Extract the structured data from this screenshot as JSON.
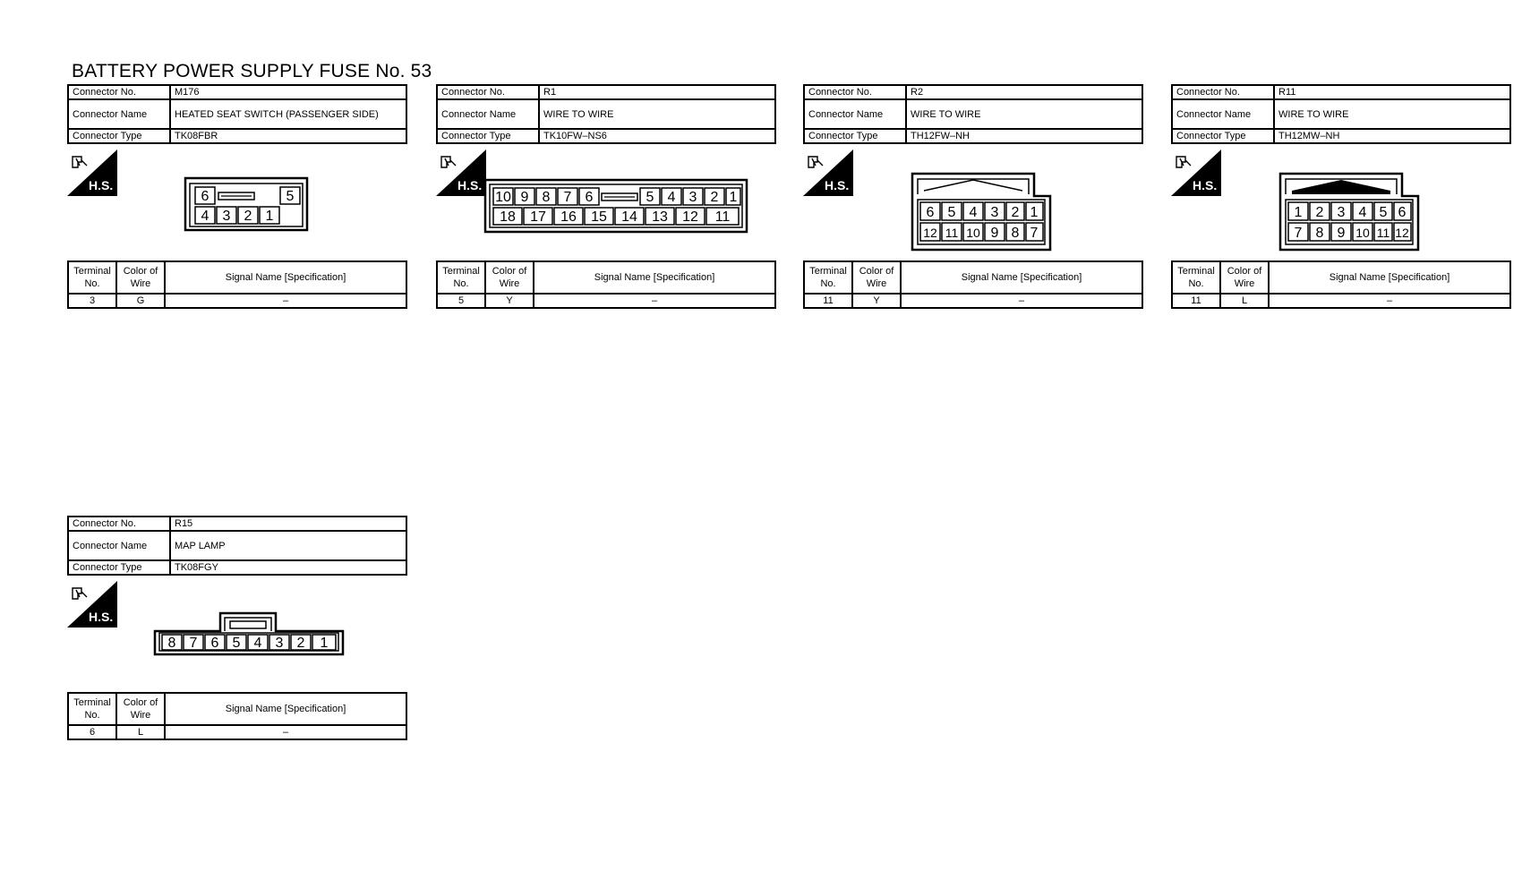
{
  "page": {
    "title": "BATTERY POWER SUPPLY FUSE No. 53"
  },
  "labels": {
    "connector_no": "Connector No.",
    "connector_name": "Connector Name",
    "connector_type": "Connector Type",
    "terminal_no": "Terminal No.",
    "color_of_wire": "Color of Wire",
    "signal_name": "Signal Name [Specification]",
    "hs": "H.S."
  },
  "connectors": [
    {
      "no": "M176",
      "name": "HEATED SEAT SWITCH (PASSENGER SIDE)",
      "type": "TK08FBR",
      "pin_rows": [
        [
          "6",
          "",
          "",
          "5"
        ],
        [
          "4",
          "3",
          "2",
          "1"
        ]
      ],
      "terminal": {
        "no": "3",
        "color": "G",
        "signal": "–"
      }
    },
    {
      "no": "R1",
      "name": "WIRE TO WIRE",
      "type": "TK10FW–NS6",
      "pin_rows": [
        [
          "10",
          "9",
          "8",
          "7",
          "6",
          "",
          "5",
          "4",
          "3",
          "2",
          "1"
        ],
        [
          "18",
          "17",
          "16",
          "15",
          "14",
          "13",
          "12",
          "11"
        ]
      ],
      "terminal": {
        "no": "5",
        "color": "Y",
        "signal": "–"
      }
    },
    {
      "no": "R2",
      "name": "WIRE TO WIRE",
      "type": "TH12FW–NH",
      "pin_rows": [
        [
          "6",
          "5",
          "4",
          "3",
          "2",
          "1"
        ],
        [
          "12",
          "11",
          "10",
          "9",
          "8",
          "7"
        ]
      ],
      "terminal": {
        "no": "11",
        "color": "Y",
        "signal": "–"
      }
    },
    {
      "no": "R11",
      "name": "WIRE TO WIRE",
      "type": "TH12MW–NH",
      "pin_rows": [
        [
          "1",
          "2",
          "3",
          "4",
          "5",
          "6"
        ],
        [
          "7",
          "8",
          "9",
          "10",
          "11",
          "12"
        ]
      ],
      "terminal": {
        "no": "11",
        "color": "L",
        "signal": "–"
      }
    },
    {
      "no": "R15",
      "name": "MAP LAMP",
      "type": "TK08FGY",
      "pin_rows": [
        [
          "8",
          "7",
          "6",
          "5",
          "4",
          "3",
          "2",
          "1"
        ]
      ],
      "terminal": {
        "no": "6",
        "color": "L",
        "signal": "–"
      }
    }
  ]
}
